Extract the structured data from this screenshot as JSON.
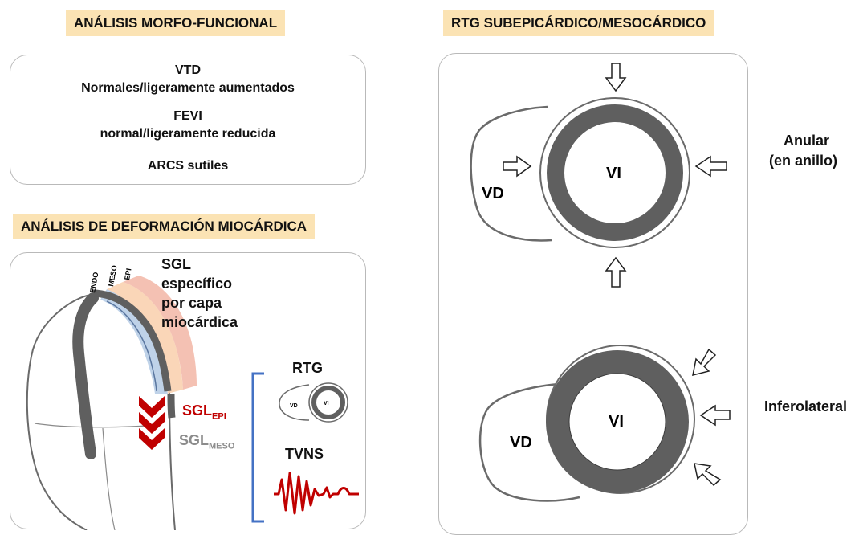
{
  "headers": {
    "morfo": "ANÁLISIS MORFO-FUNCIONAL",
    "deformacion": "ANÁLISIS DE DEFORMACIÓN MIOCÁRDICA",
    "rtg": "RTG SUBEPICÁRDICO/MESOCÁRDICO"
  },
  "morfo": {
    "vtd": "VTD",
    "vtd_value": "Normales/ligeramente aumentados",
    "fevi": "FEVI",
    "fevi_value": "normal/ligeramente reducida",
    "arcs": "ARCS sutiles"
  },
  "deformacion": {
    "layer_endo": "ENDO",
    "layer_meso": "MESO",
    "layer_epi": "EPI",
    "sgl_line1": "SGL",
    "sgl_line2": "específico",
    "sgl_line3": "por capa",
    "sgl_line4": "miocárdica",
    "sgl_epi_base": "SGL",
    "sgl_epi_sub": "EPI",
    "sgl_meso_base": "SGL",
    "sgl_meso_sub": "MESO",
    "rtg_label": "RTG",
    "rtg_vd": "VD",
    "rtg_vi": "VI",
    "tvns_label": "TVNS"
  },
  "rtg_panel": {
    "top_vi": "VI",
    "top_vd": "VD",
    "bottom_vi": "VI",
    "bottom_vd": "VD",
    "anular_line1": "Anular",
    "anular_line2": "(en anillo)",
    "inferolateral": "Inferolateral"
  },
  "colors": {
    "header_bg": "#fbe3b4",
    "myocardium": "#5f5f5f",
    "epi_layer": "#f2b6a6",
    "meso_layer": "#f9d2b0",
    "endo_layer": "#b8cde6",
    "sgl_epi": "#c00000",
    "sgl_meso": "#8c8c8c",
    "bracket": "#4472c4",
    "ecg": "#c00000"
  }
}
